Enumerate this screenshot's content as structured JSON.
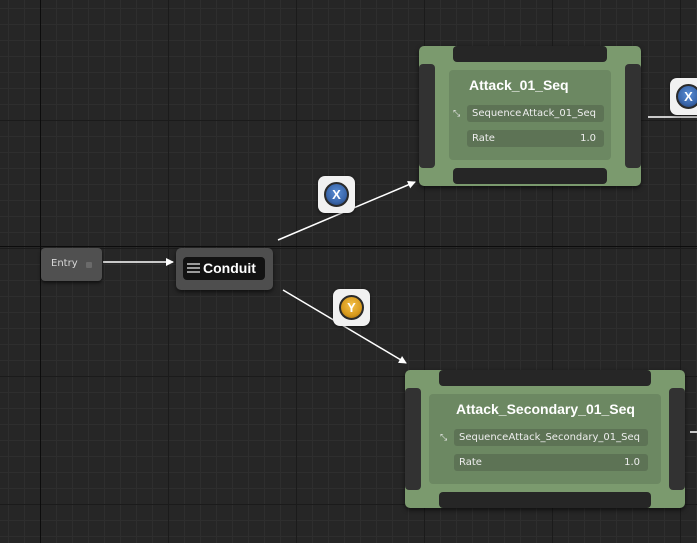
{
  "graph": {
    "entry": {
      "label": "Entry"
    },
    "conduit": {
      "label": "Conduit"
    },
    "states": [
      {
        "title": "Attack_01_Seq",
        "sequence_label": "Sequence",
        "sequence_value": "Attack_01_Seq",
        "rate_label": "Rate",
        "rate_value": "1.0"
      },
      {
        "title": "Attack_Secondary_01_Seq",
        "sequence_label": "Sequence",
        "sequence_value": "Attack_Secondary_01_Seq",
        "rate_label": "Rate",
        "rate_value": "1.0"
      }
    ],
    "transitions": [
      {
        "button": "X",
        "color": "#3a66aa"
      },
      {
        "button": "Y",
        "color": "#d89a1d"
      },
      {
        "button": "X",
        "color": "#3a66aa"
      }
    ]
  },
  "colors": {
    "grid_background": "#262626",
    "state_node": "#7b9a6e",
    "conduit_node": "#4e4e4e",
    "entry_node": "#505050",
    "wire": "#ffffff"
  }
}
